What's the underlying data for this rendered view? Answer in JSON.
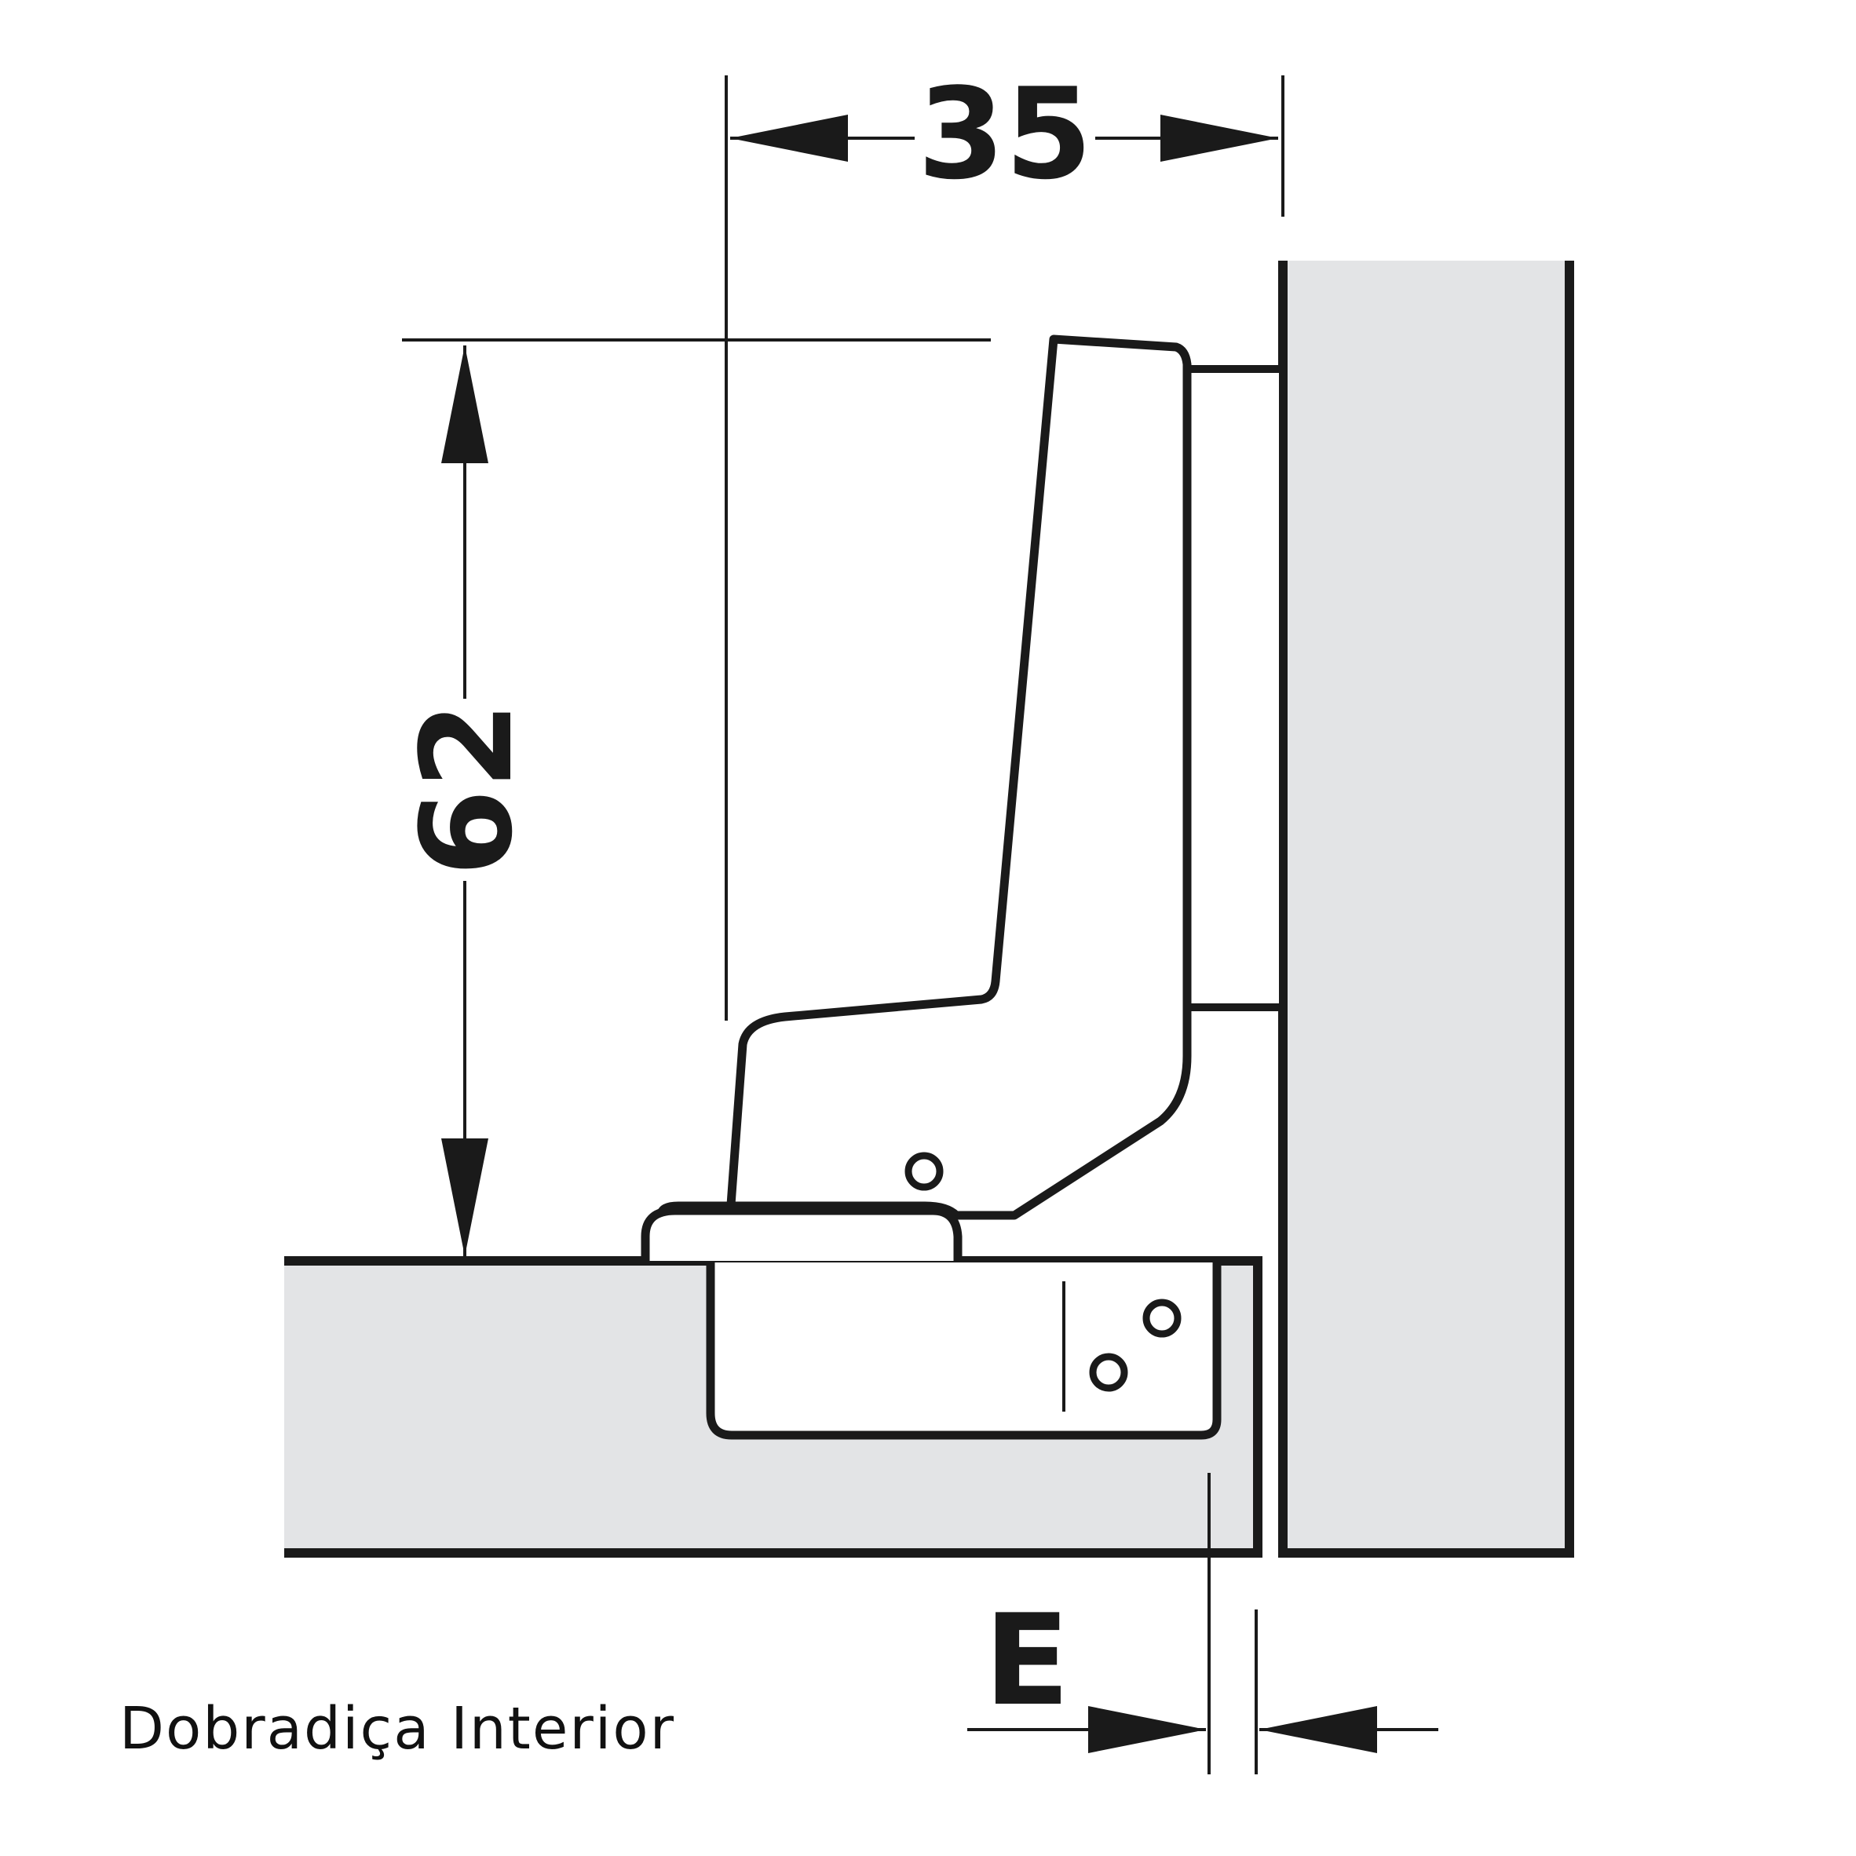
{
  "caption": "Dobradiça Interior",
  "dimensions": {
    "width_label": "35",
    "height_label": "62",
    "gap_label": "E"
  },
  "colors": {
    "panel_fill": "#e3e4e6",
    "line": "#1a1a1a",
    "background": "#ffffff"
  }
}
